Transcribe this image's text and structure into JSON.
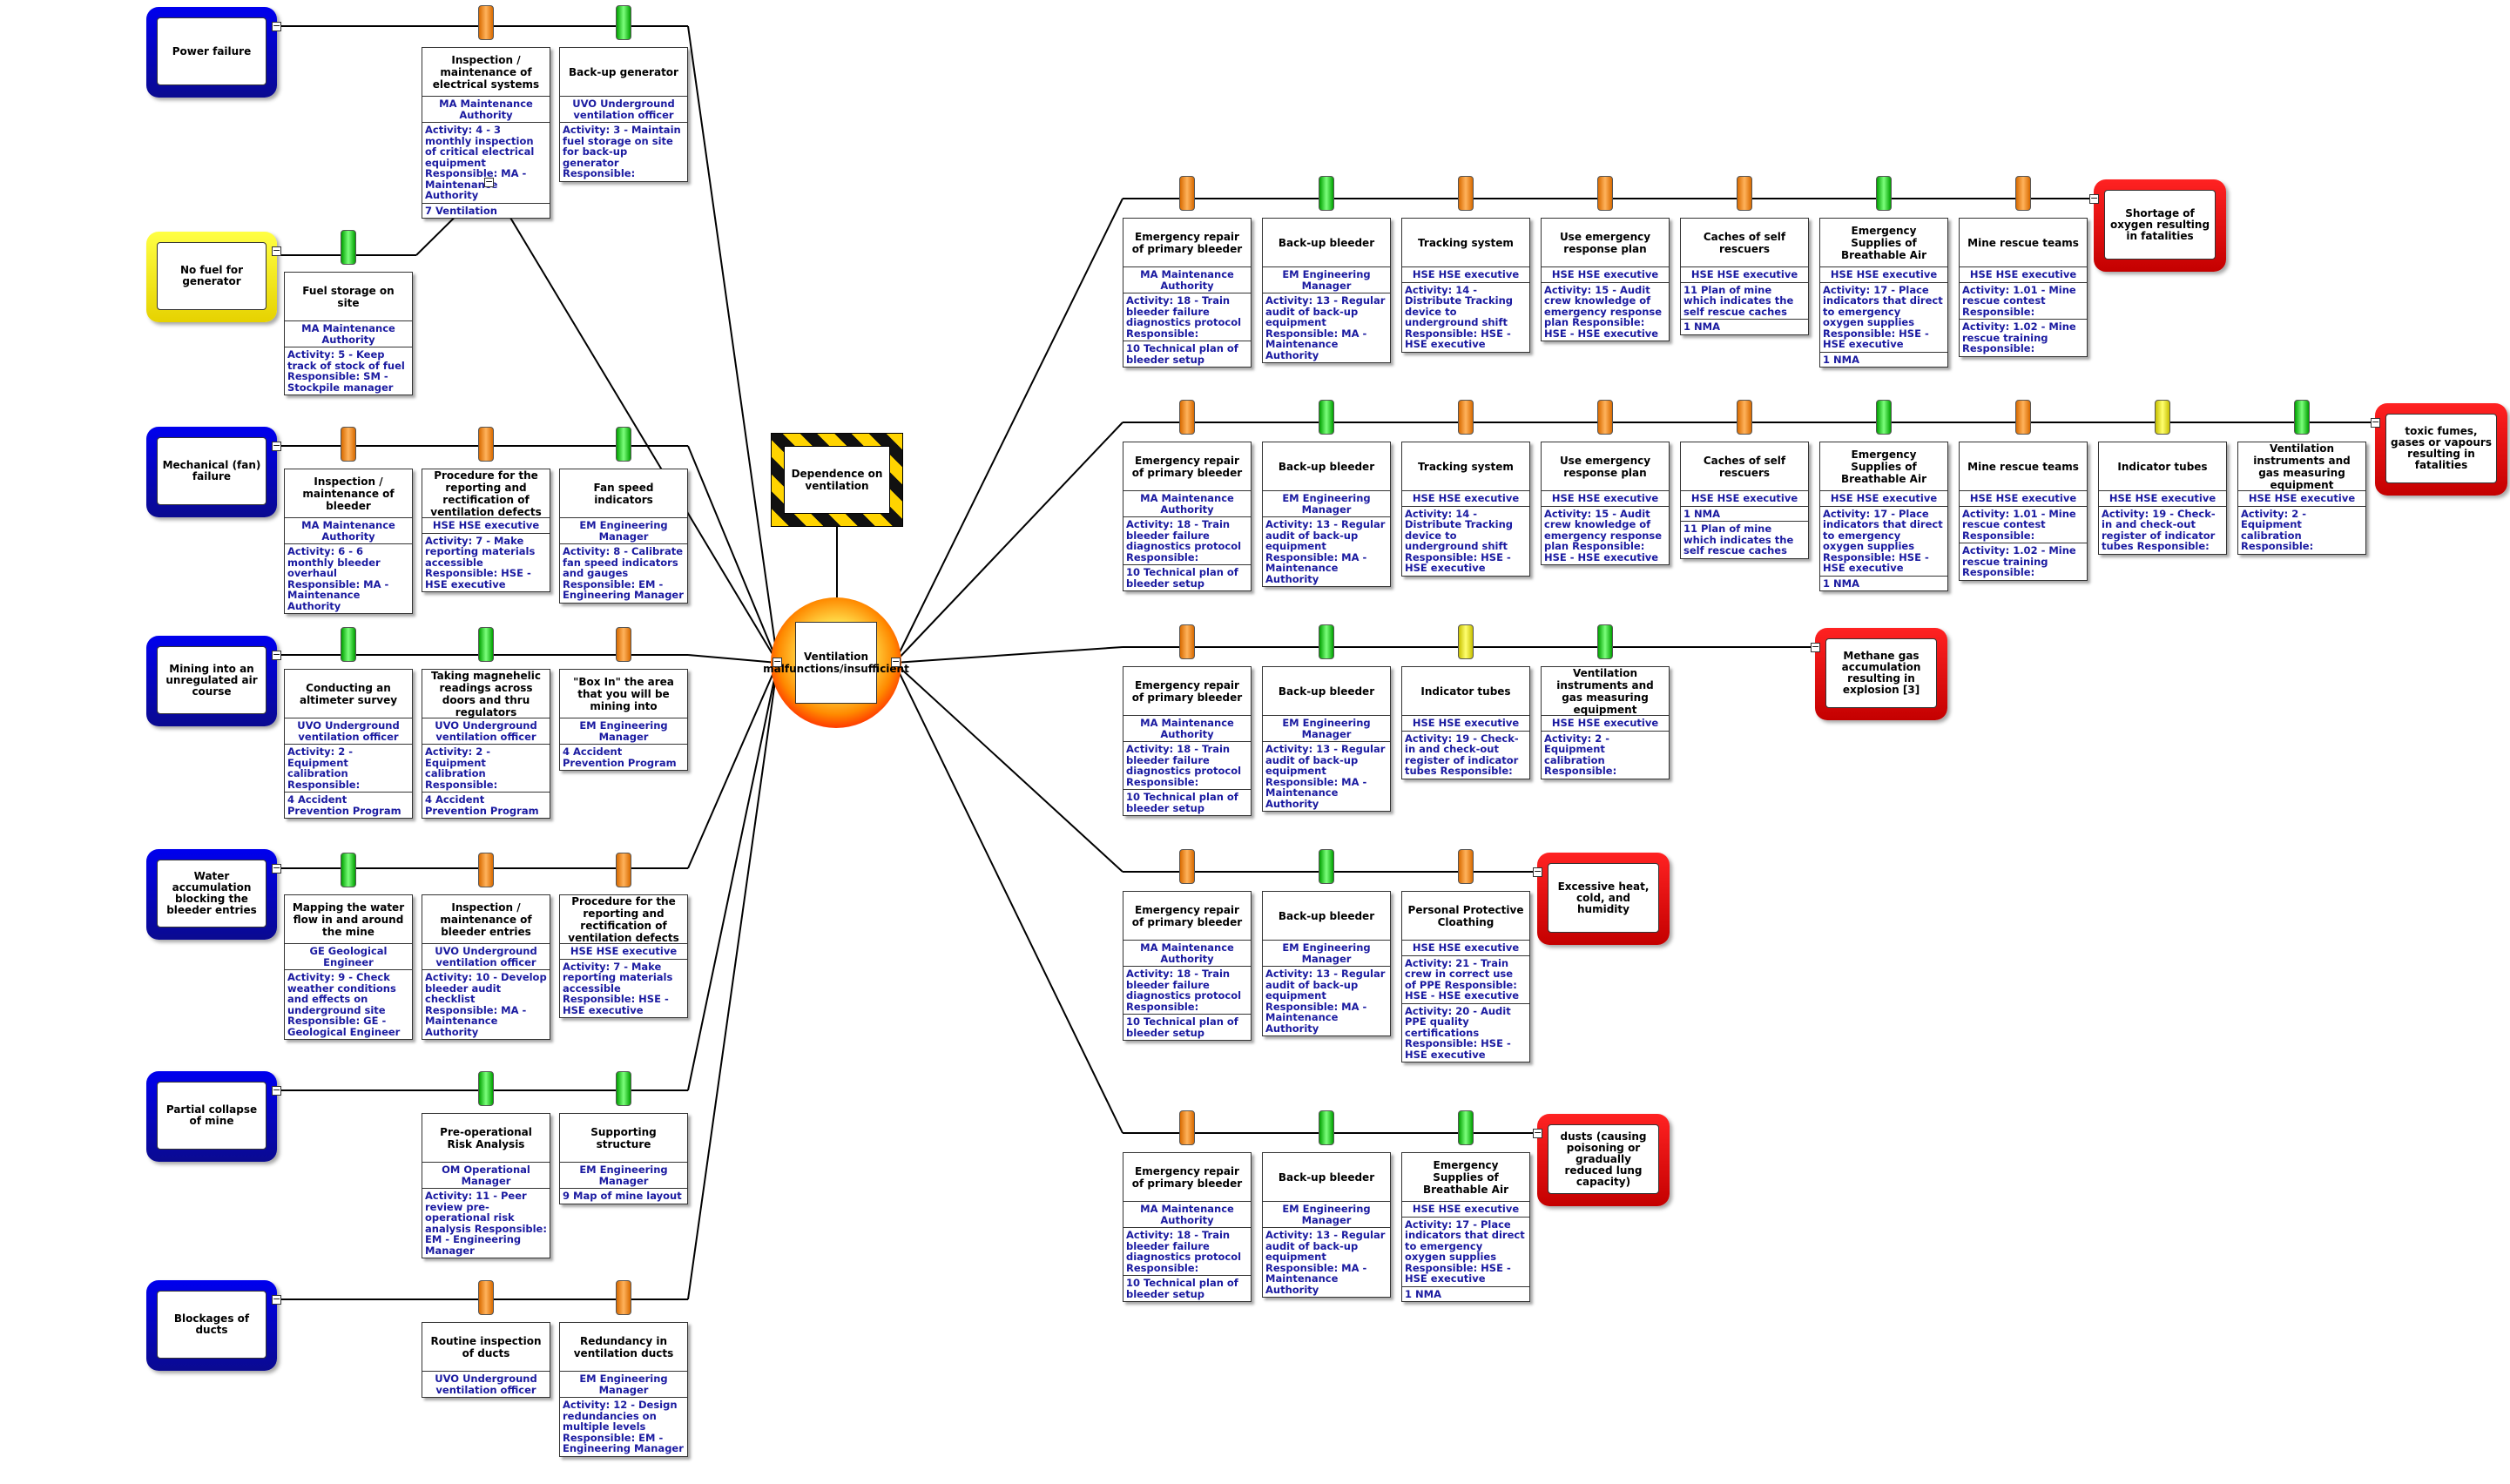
{
  "hazard": {
    "label": "Dependence on ventilation"
  },
  "top_event": {
    "label": "Ventilation malfunctions/insufficient"
  },
  "collapse_glyph": "−",
  "threats": [
    {
      "label": "Power failure",
      "color": "blue",
      "barriers": [
        {
          "title": "Inspection / maintenance of electrical systems",
          "status": "orange",
          "lines": [
            "MA Maintenance Authority",
            "Activity: 4 - 3 monthly inspection of critical electrical equipment Responsible: MA - Maintenance Authority",
            "7 Ventilation"
          ]
        },
        {
          "title": "Back-up generator",
          "status": "green",
          "lines": [
            "UVO Underground ventilation officer",
            "Activity: 3 - Maintain fuel storage on site for back-up generator Responsible:"
          ]
        }
      ]
    },
    {
      "label": "No fuel for generator",
      "color": "yellow",
      "barriers": [
        {
          "title": "Fuel storage on site",
          "status": "green",
          "lines": [
            "MA Maintenance Authority",
            "Activity: 5 - Keep track of stock of fuel Responsible: SM - Stockpile manager"
          ]
        }
      ]
    },
    {
      "label": "Mechanical (fan) failure",
      "color": "blue",
      "barriers": [
        {
          "title": "Inspection / maintenance of bleeder",
          "status": "orange",
          "lines": [
            "MA Maintenance Authority",
            "Activity: 6 - 6 monthly bleeder overhaul Responsible: MA - Maintenance Authority"
          ]
        },
        {
          "title": "Procedure for the reporting and rectification of ventilation defects",
          "status": "orange",
          "lines": [
            "HSE HSE executive",
            "Activity: 7 - Make reporting materials accessible Responsible: HSE - HSE executive"
          ]
        },
        {
          "title": "Fan speed indicators",
          "status": "green",
          "lines": [
            "EM Engineering Manager",
            "Activity: 8 - Calibrate fan speed indicators and gauges Responsible: EM - Engineering Manager"
          ]
        }
      ]
    },
    {
      "label": "Mining into an unregulated air course",
      "color": "blue",
      "barriers": [
        {
          "title": "Conducting an altimeter survey",
          "status": "green",
          "lines": [
            "UVO Underground ventilation officer",
            "Activity: 2 - Equipment calibration Responsible:",
            "4 Accident Prevention Program"
          ]
        },
        {
          "title": "Taking magnehelic readings across doors and thru regulators",
          "status": "green",
          "lines": [
            "UVO Underground ventilation officer",
            "Activity: 2 - Equipment calibration Responsible:",
            "4 Accident Prevention Program"
          ]
        },
        {
          "title": "\"Box In\" the area that you will be mining into",
          "status": "orange",
          "lines": [
            "EM Engineering Manager",
            "4 Accident Prevention Program"
          ]
        }
      ]
    },
    {
      "label": "Water accumulation blocking the bleeder entries",
      "color": "blue",
      "barriers": [
        {
          "title": "Mapping the water flow in and around the mine",
          "status": "green",
          "lines": [
            "GE Geological Engineer",
            "Activity: 9 - Check weather conditions and effects on underground site Responsible: GE - Geological Engineer"
          ]
        },
        {
          "title": "Inspection / maintenance of bleeder entries",
          "status": "orange",
          "lines": [
            "UVO Underground ventilation officer",
            "Activity: 10 - Develop bleeder audit checklist Responsible: MA - Maintenance Authority"
          ]
        },
        {
          "title": "Procedure for the reporting and rectification of ventilation defects",
          "status": "orange",
          "lines": [
            "HSE HSE executive",
            "Activity: 7 - Make reporting materials accessible Responsible: HSE - HSE executive"
          ]
        }
      ]
    },
    {
      "label": "Partial collapse of mine",
      "color": "blue",
      "barriers": [
        {
          "title": "Pre-operational Risk Analysis",
          "status": "green",
          "lines": [
            "OM Operational Manager",
            "Activity: 11 - Peer review pre-operational risk analysis Responsible: EM - Engineering Manager"
          ]
        },
        {
          "title": "Supporting structure",
          "status": "green",
          "lines": [
            "EM Engineering Manager",
            "9 Map of mine layout"
          ]
        }
      ]
    },
    {
      "label": "Blockages of ducts",
      "color": "blue",
      "barriers": [
        {
          "title": "Routine inspection of ducts",
          "status": "orange",
          "lines": [
            "UVO Underground ventilation officer"
          ]
        },
        {
          "title": "Redundancy in ventilation ducts",
          "status": "orange",
          "lines": [
            "EM Engineering Manager",
            "Activity: 12 - Design redundancies on multiple levels Responsible: EM - Engineering Manager"
          ]
        }
      ]
    }
  ],
  "consequences": [
    {
      "label": "Shortage of oxygen resulting in fatalities",
      "barriers": [
        {
          "title": "Emergency repair of primary bleeder",
          "status": "orange",
          "lines": [
            "MA Maintenance Authority",
            "Activity: 18 - Train bleeder failure diagnostics protocol Responsible:",
            "10 Technical plan of bleeder setup"
          ]
        },
        {
          "title": "Back-up bleeder",
          "status": "green",
          "lines": [
            "EM Engineering Manager",
            "Activity: 13 - Regular audit of back-up equipment Responsible: MA - Maintenance Authority"
          ]
        },
        {
          "title": "Tracking system",
          "status": "orange",
          "lines": [
            "HSE HSE executive",
            "Activity: 14 - Distribute Tracking device to underground shift Responsible: HSE - HSE executive"
          ]
        },
        {
          "title": "Use emergency response plan",
          "status": "orange",
          "lines": [
            "HSE HSE executive",
            "Activity: 15 - Audit crew knowledge of emergency response plan Responsible: HSE - HSE executive"
          ]
        },
        {
          "title": "Caches of self rescuers",
          "status": "orange",
          "lines": [
            "HSE HSE executive",
            "11 Plan of mine which indicates the self rescue caches",
            "1 NMA"
          ]
        },
        {
          "title": "Emergency Supplies of Breathable Air",
          "status": "green",
          "lines": [
            "HSE HSE executive",
            "Activity: 17 - Place indicators that direct to emergency oxygen supplies Responsible: HSE - HSE executive",
            "1 NMA"
          ]
        },
        {
          "title": "Mine rescue teams",
          "status": "orange",
          "lines": [
            "HSE HSE executive",
            "Activity: 1.01 - Mine rescue contest Responsible:",
            "Activity: 1.02 - Mine rescue training Responsible:"
          ]
        }
      ]
    },
    {
      "label": "toxic fumes, gases or vapours resulting in fatalities",
      "barriers": [
        {
          "title": "Emergency repair of primary bleeder",
          "status": "orange",
          "lines": [
            "MA Maintenance Authority",
            "Activity: 18 - Train bleeder failure diagnostics protocol Responsible:",
            "10 Technical plan of bleeder setup"
          ]
        },
        {
          "title": "Back-up bleeder",
          "status": "green",
          "lines": [
            "EM Engineering Manager",
            "Activity: 13 - Regular audit of back-up equipment Responsible: MA - Maintenance Authority"
          ]
        },
        {
          "title": "Tracking system",
          "status": "orange",
          "lines": [
            "HSE HSE executive",
            "Activity: 14 - Distribute Tracking device to underground shift Responsible: HSE - HSE executive"
          ]
        },
        {
          "title": "Use emergency response plan",
          "status": "orange",
          "lines": [
            "HSE HSE executive",
            "Activity: 15 - Audit crew knowledge of emergency response plan Responsible: HSE - HSE executive"
          ]
        },
        {
          "title": "Caches of self rescuers",
          "status": "orange",
          "lines": [
            "HSE HSE executive",
            "1 NMA",
            "11 Plan of mine which indicates the self rescue caches"
          ]
        },
        {
          "title": "Emergency Supplies of Breathable Air",
          "status": "green",
          "lines": [
            "HSE HSE executive",
            "Activity: 17 - Place indicators that direct to emergency oxygen supplies Responsible: HSE - HSE executive",
            "1 NMA"
          ]
        },
        {
          "title": "Mine rescue teams",
          "status": "orange",
          "lines": [
            "HSE HSE executive",
            "Activity: 1.01 - Mine rescue contest Responsible:",
            "Activity: 1.02 - Mine rescue training Responsible:"
          ]
        },
        {
          "title": "Indicator tubes",
          "status": "yellow",
          "lines": [
            "HSE HSE executive",
            "Activity: 19 - Check-in and check-out register of indicator tubes Responsible:"
          ]
        },
        {
          "title": "Ventilation instruments and gas measuring equipment",
          "status": "green",
          "lines": [
            "HSE HSE executive",
            "Activity: 2 - Equipment calibration Responsible:"
          ]
        }
      ]
    },
    {
      "label": "Methane gas accumulation resulting in explosion [3]",
      "barriers": [
        {
          "title": "Emergency repair of primary bleeder",
          "status": "orange",
          "lines": [
            "MA Maintenance Authority",
            "Activity: 18 - Train bleeder failure diagnostics protocol Responsible:",
            "10 Technical plan of bleeder setup"
          ]
        },
        {
          "title": "Back-up bleeder",
          "status": "green",
          "lines": [
            "EM Engineering Manager",
            "Activity: 13 - Regular audit of back-up equipment Responsible: MA - Maintenance Authority"
          ]
        },
        {
          "title": "Indicator tubes",
          "status": "yellow",
          "lines": [
            "HSE HSE executive",
            "Activity: 19 - Check-in and check-out register of indicator tubes Responsible:"
          ]
        },
        {
          "title": "Ventilation instruments and gas measuring equipment",
          "status": "green",
          "lines": [
            "HSE HSE executive",
            "Activity: 2 - Equipment calibration Responsible:"
          ]
        }
      ]
    },
    {
      "label": "Excessive heat, cold, and humidity",
      "barriers": [
        {
          "title": "Emergency repair of primary bleeder",
          "status": "orange",
          "lines": [
            "MA Maintenance Authority",
            "Activity: 18 - Train bleeder failure diagnostics protocol Responsible:",
            "10 Technical plan of bleeder setup"
          ]
        },
        {
          "title": "Back-up bleeder",
          "status": "green",
          "lines": [
            "EM Engineering Manager",
            "Activity: 13 - Regular audit of back-up equipment Responsible: MA - Maintenance Authority"
          ]
        },
        {
          "title": "Personal Protective Cloathing",
          "status": "orange",
          "lines": [
            "HSE HSE executive",
            "Activity: 21 - Train crew in correct use of PPE Responsible: HSE - HSE executive",
            "Activity: 20 - Audit PPE quality certifications Responsible: HSE - HSE executive"
          ]
        }
      ]
    },
    {
      "label": "dusts (causing poisoning or gradually reduced lung capacity)",
      "barriers": [
        {
          "title": "Emergency repair of primary bleeder",
          "status": "orange",
          "lines": [
            "MA Maintenance Authority",
            "Activity: 18 - Train bleeder failure diagnostics protocol Responsible:",
            "10 Technical plan of bleeder setup"
          ]
        },
        {
          "title": "Back-up bleeder",
          "status": "green",
          "lines": [
            "EM Engineering Manager",
            "Activity: 13 - Regular audit of back-up equipment Responsible: MA - Maintenance Authority"
          ]
        },
        {
          "title": "Emergency Supplies of Breathable Air",
          "status": "green",
          "lines": [
            "HSE HSE executive",
            "Activity: 17 - Place indicators that direct to emergency oxygen supplies Responsible: HSE - HSE executive",
            "1 NMA"
          ]
        }
      ]
    }
  ]
}
